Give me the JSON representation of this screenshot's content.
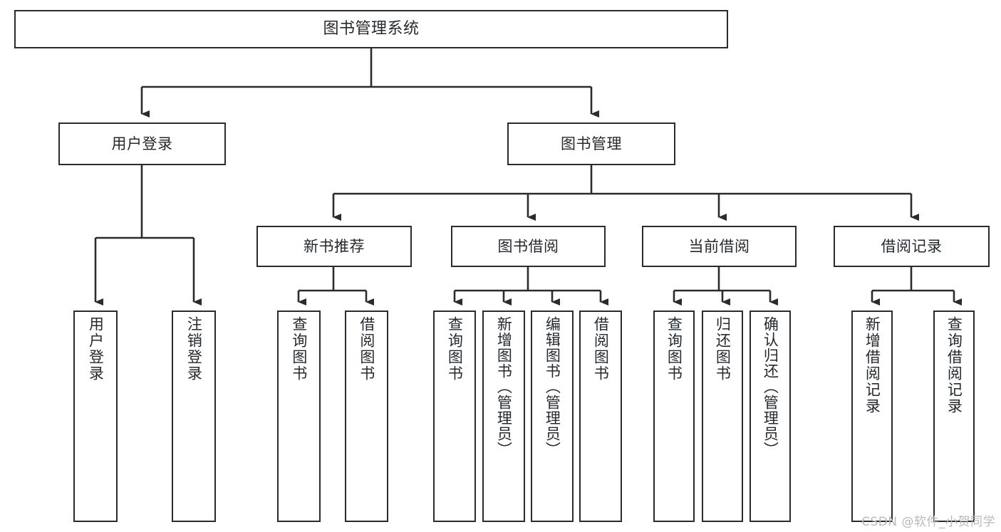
{
  "diagram": {
    "type": "tree-hierarchy",
    "title": "图书管理系统",
    "watermark": "CSDN @软件_小贺同学",
    "colors": {
      "stroke": "#2b2b2b",
      "fill": "#ffffff",
      "text": "#24292e",
      "watermark": "#b9b9b9"
    },
    "nodes": {
      "root": {
        "label": "图书管理系统",
        "level": 0,
        "orientation": "horizontal"
      },
      "l1": [
        {
          "id": "user-login",
          "label": "用户登录",
          "orientation": "horizontal"
        },
        {
          "id": "book-manage",
          "label": "图书管理",
          "orientation": "horizontal"
        }
      ],
      "l2": [
        {
          "id": "new-book-recommend",
          "label": "新书推荐",
          "parent": "book-manage",
          "orientation": "horizontal"
        },
        {
          "id": "book-borrow",
          "label": "图书借阅",
          "parent": "book-manage",
          "orientation": "horizontal"
        },
        {
          "id": "current-borrow",
          "label": "当前借阅",
          "parent": "book-manage",
          "orientation": "horizontal"
        },
        {
          "id": "borrow-record",
          "label": "借阅记录",
          "parent": "book-manage",
          "orientation": "horizontal"
        }
      ],
      "leaves": [
        {
          "id": "leaf-user-login",
          "label": "用户登录",
          "parent": "user-login",
          "orientation": "vertical"
        },
        {
          "id": "leaf-logout-login",
          "label": "注销登录",
          "parent": "user-login",
          "orientation": "vertical"
        },
        {
          "id": "leaf-query-book-1",
          "label": "查询图书",
          "parent": "new-book-recommend",
          "orientation": "vertical"
        },
        {
          "id": "leaf-borrow-book-1",
          "label": "借阅图书",
          "parent": "new-book-recommend",
          "orientation": "vertical"
        },
        {
          "id": "leaf-query-book-2",
          "label": "查询图书",
          "parent": "book-borrow",
          "orientation": "vertical"
        },
        {
          "id": "leaf-add-book",
          "label": "新增图书（管理员）",
          "parent": "book-borrow",
          "orientation": "vertical"
        },
        {
          "id": "leaf-edit-book",
          "label": "编辑图书（管理员）",
          "parent": "book-borrow",
          "orientation": "vertical"
        },
        {
          "id": "leaf-borrow-book-2",
          "label": "借阅图书",
          "parent": "book-borrow",
          "orientation": "vertical"
        },
        {
          "id": "leaf-query-book-3",
          "label": "查询图书",
          "parent": "current-borrow",
          "orientation": "vertical"
        },
        {
          "id": "leaf-return-book",
          "label": "归还图书",
          "parent": "current-borrow",
          "orientation": "vertical"
        },
        {
          "id": "leaf-confirm-return",
          "label": "确认归还（管理员）",
          "parent": "current-borrow",
          "orientation": "vertical"
        },
        {
          "id": "leaf-add-record",
          "label": "新增借阅记录",
          "parent": "borrow-record",
          "orientation": "vertical"
        },
        {
          "id": "leaf-query-record",
          "label": "查询借阅记录",
          "parent": "borrow-record",
          "orientation": "vertical"
        }
      ]
    }
  }
}
